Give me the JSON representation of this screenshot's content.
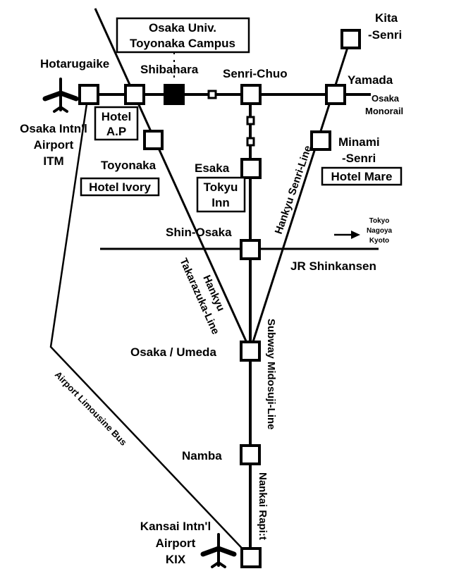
{
  "colors": {
    "ink": "#000000",
    "paper": "#ffffff"
  },
  "landmark": {
    "line1": "Osaka Univ.",
    "line2": "Toyonaka Campus"
  },
  "stations": {
    "hotarugaike": "Hotarugaike",
    "shibahara": "Shibahara",
    "senri_chuo": "Senri-Chuo",
    "yamada": "Yamada",
    "kita_senri_1": "Kita",
    "kita_senri_2": "-Senri",
    "minami_senri_1": "Minami",
    "minami_senri_2": "-Senri",
    "toyonaka": "Toyonaka",
    "esaka": "Esaka",
    "shin_osaka": "Shin-Osaka",
    "osaka_umeda": "Osaka / Umeda",
    "namba": "Namba"
  },
  "airports": {
    "itm": {
      "line1": "Osaka Intn'l",
      "line2": "Airport",
      "line3": "ITM",
      "icon": "airplane-icon"
    },
    "kix": {
      "line1": "Kansai Intn'l",
      "line2": "Airport",
      "line3": "KIX",
      "icon": "airplane-icon"
    }
  },
  "hotels": {
    "ap_1": "Hotel",
    "ap_2": "A.P",
    "ivory": "Hotel Ivory",
    "tokyu_1": "Tokyu",
    "tokyu_2": "Inn",
    "mare": "Hotel Mare"
  },
  "lines": {
    "monorail_1": "Osaka",
    "monorail_2": "Monorail",
    "hankyu_senri": "Hankyu Senri-Line",
    "hankyu_takarazuka_1": "Hankyu",
    "hankyu_takarazuka_2": "Takarazuka-Line",
    "jr_shinkansen": "JR Shinkansen",
    "subway_midosuji": "Subway Midosuji-Line",
    "nankai_rapit": "Nankai Rapi:t",
    "limousine_bus": "Airport Limousine Bus"
  },
  "direction": {
    "line1": "Tokyo",
    "line2": "Nagoya",
    "line3": "Kyoto",
    "icon": "arrow-right-icon"
  }
}
